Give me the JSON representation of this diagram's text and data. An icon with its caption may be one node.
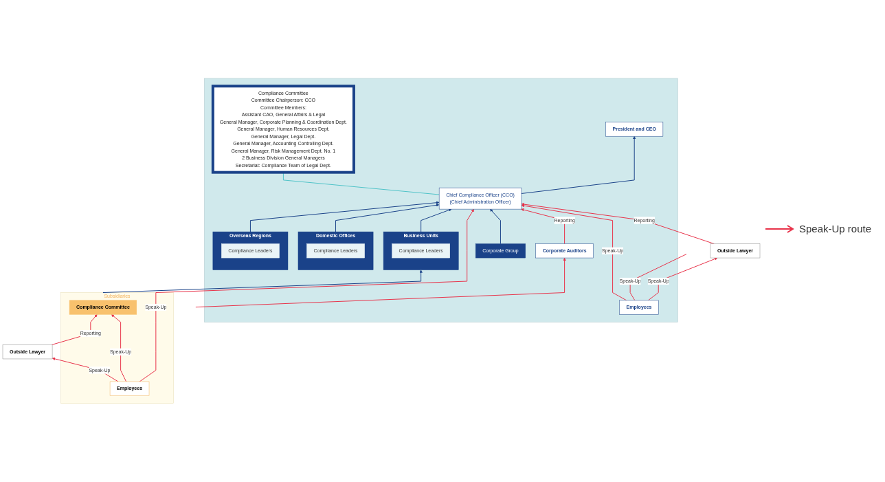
{
  "diagram": {
    "nodes": [
      {
        "text": [],
        "shape": "box"
      },
      {
        "text": [
          "President and CEO"
        ],
        "in": 0
      },
      {
        "text": [
          "Corporate Auditors"
        ],
        "in": 0
      },
      {
        "text": [
          "Chief Compliance Officer (CCO)",
          "(Chief Administration Officer)"
        ],
        "in": 0
      },
      {
        "text": [
          "Compliance Committee",
          "Committee Chairperson: CCO",
          "Committee Members:",
          "Assistant CAO, General Affairs & Legal",
          "General Manager, Corporate Planning & Coordination Dept.",
          "General Manager, Human Resources Dept.",
          "General Manager, Legal Dept.",
          "General Manager, Accounting Controlling Dept.",
          "General Manager, Risk Management Dept. No. 1",
          "2 Business Division General Managers",
          "Secretariat: Compliance Team of Legal Dept."
        ],
        "in": 0
      },
      {
        "text": [
          "Corporate Group"
        ],
        "in": 0
      },
      {
        "text": [
          "Business Units"
        ],
        "in": 0
      },
      {
        "text": [
          "Compliance Leaders"
        ],
        "in": 6
      },
      {
        "text": [
          "Domestic Offices"
        ],
        "in": 0
      },
      {
        "text": [
          "Compliance Leaders"
        ],
        "in": 8
      },
      {
        "text": [
          "Overseas Regions"
        ],
        "in": 0
      },
      {
        "text": [
          "Compliance Leaders"
        ],
        "in": 10
      },
      {
        "text": [
          "Employees"
        ],
        "in": 0
      },
      {
        "text": [
          "Outside Lawyer"
        ]
      },
      {
        "text": [
          "Subsidiaries"
        ]
      },
      {
        "text": [
          "Compliance Committee"
        ],
        "in": 14
      },
      {
        "text": [
          "Employees"
        ],
        "in": 14
      },
      {
        "text": [
          "Outside Lawyer"
        ]
      }
    ],
    "edges": [
      {
        "from": 3,
        "to": 1,
        "arrow": "to",
        "color": "#1a4289"
      },
      {
        "from": 5,
        "to": 3,
        "arrow": "to",
        "color": "#1a4289"
      },
      {
        "from": 6,
        "to": 3,
        "arrow": "to",
        "color": "#1a4289"
      },
      {
        "from": 8,
        "to": 3,
        "arrow": "to",
        "color": "#1a4289"
      },
      {
        "from": 10,
        "to": 3,
        "arrow": "to",
        "color": "#1a4289"
      },
      {
        "from": 3,
        "to": 4,
        "arrow": "none",
        "color": "#4fc3c8"
      },
      {
        "from": 2,
        "to": 3,
        "label": "Reporting",
        "arrow": "to"
      },
      {
        "from": null,
        "to": 2,
        "arrow": "to"
      },
      {
        "from": 13,
        "to": 3,
        "label": "Reporting",
        "arrow": "to"
      },
      {
        "from": 12,
        "to": 13,
        "label": "Speak-Up",
        "arrow": "to"
      },
      {
        "from": 12,
        "to": null,
        "label": "Speak-Up",
        "arrow": "none"
      },
      {
        "from": 12,
        "to": 3,
        "label": "Speak-Up",
        "arrow": "to"
      },
      {
        "from": 16,
        "to": 3,
        "label": "Speak-Up",
        "arrow": "to"
      },
      {
        "from": 14,
        "to": 6,
        "arrow": "to",
        "color": "#1a4289"
      },
      {
        "from": 16,
        "to": 15,
        "label": "Speak-Up",
        "arrow": "to"
      },
      {
        "from": 16,
        "to": 17,
        "label": "Speak-Up",
        "arrow": "to"
      },
      {
        "from": 17,
        "to": 15,
        "label": "Reporting",
        "arrow": "to"
      }
    ],
    "legend": [
      {
        "text": "Speak-Up route"
      }
    ]
  }
}
